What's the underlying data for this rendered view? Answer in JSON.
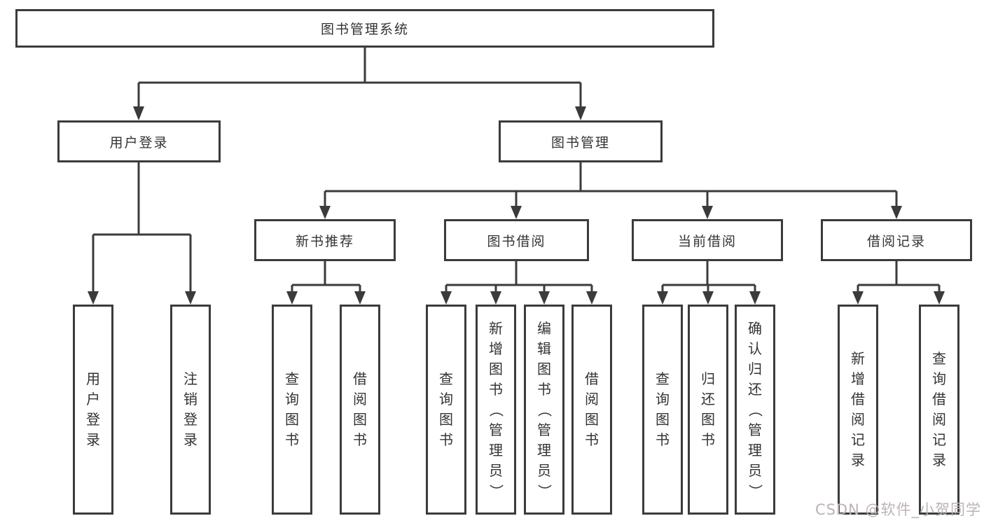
{
  "diagram": {
    "root": {
      "label": "图书管理系统"
    },
    "level2": [
      {
        "label": "用户登录"
      },
      {
        "label": "图书管理"
      }
    ],
    "level3": [
      {
        "label": "新书推荐"
      },
      {
        "label": "图书借阅"
      },
      {
        "label": "当前借阅"
      },
      {
        "label": "借阅记录"
      }
    ],
    "leaves": [
      {
        "label": "用户登录"
      },
      {
        "label": "注销登录"
      },
      {
        "label": "查询图书"
      },
      {
        "label": "借阅图书"
      },
      {
        "label": "查询图书"
      },
      {
        "label": "新增图书（管理员）"
      },
      {
        "label": "编辑图书（管理员）"
      },
      {
        "label": "借阅图书"
      },
      {
        "label": "查询图书"
      },
      {
        "label": "归还图书"
      },
      {
        "label": "确认归还（管理员）"
      },
      {
        "label": "新增借阅记录"
      },
      {
        "label": "查询借阅记录"
      }
    ]
  },
  "watermark": {
    "text": "CSDN @软件_小贺同学"
  },
  "colors": {
    "line": "#3b3b3b",
    "text": "#333333",
    "background": "#ffffff",
    "watermark": "#bdb3b3"
  }
}
